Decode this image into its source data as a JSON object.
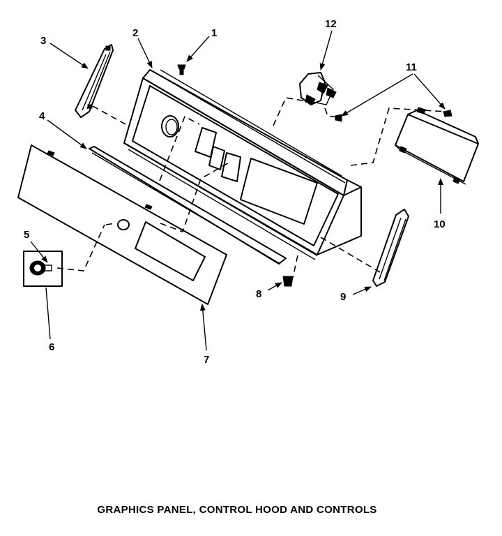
{
  "caption": "GRAPHICS PANEL, CONTROL HOOD AND CONTROLS",
  "callouts": {
    "n1": "1",
    "n2": "2",
    "n3": "3",
    "n4": "4",
    "n5": "5",
    "n6": "6",
    "n7": "7",
    "n8": "8",
    "n9": "9",
    "n10": "10",
    "n11": "11",
    "n12": "12"
  }
}
